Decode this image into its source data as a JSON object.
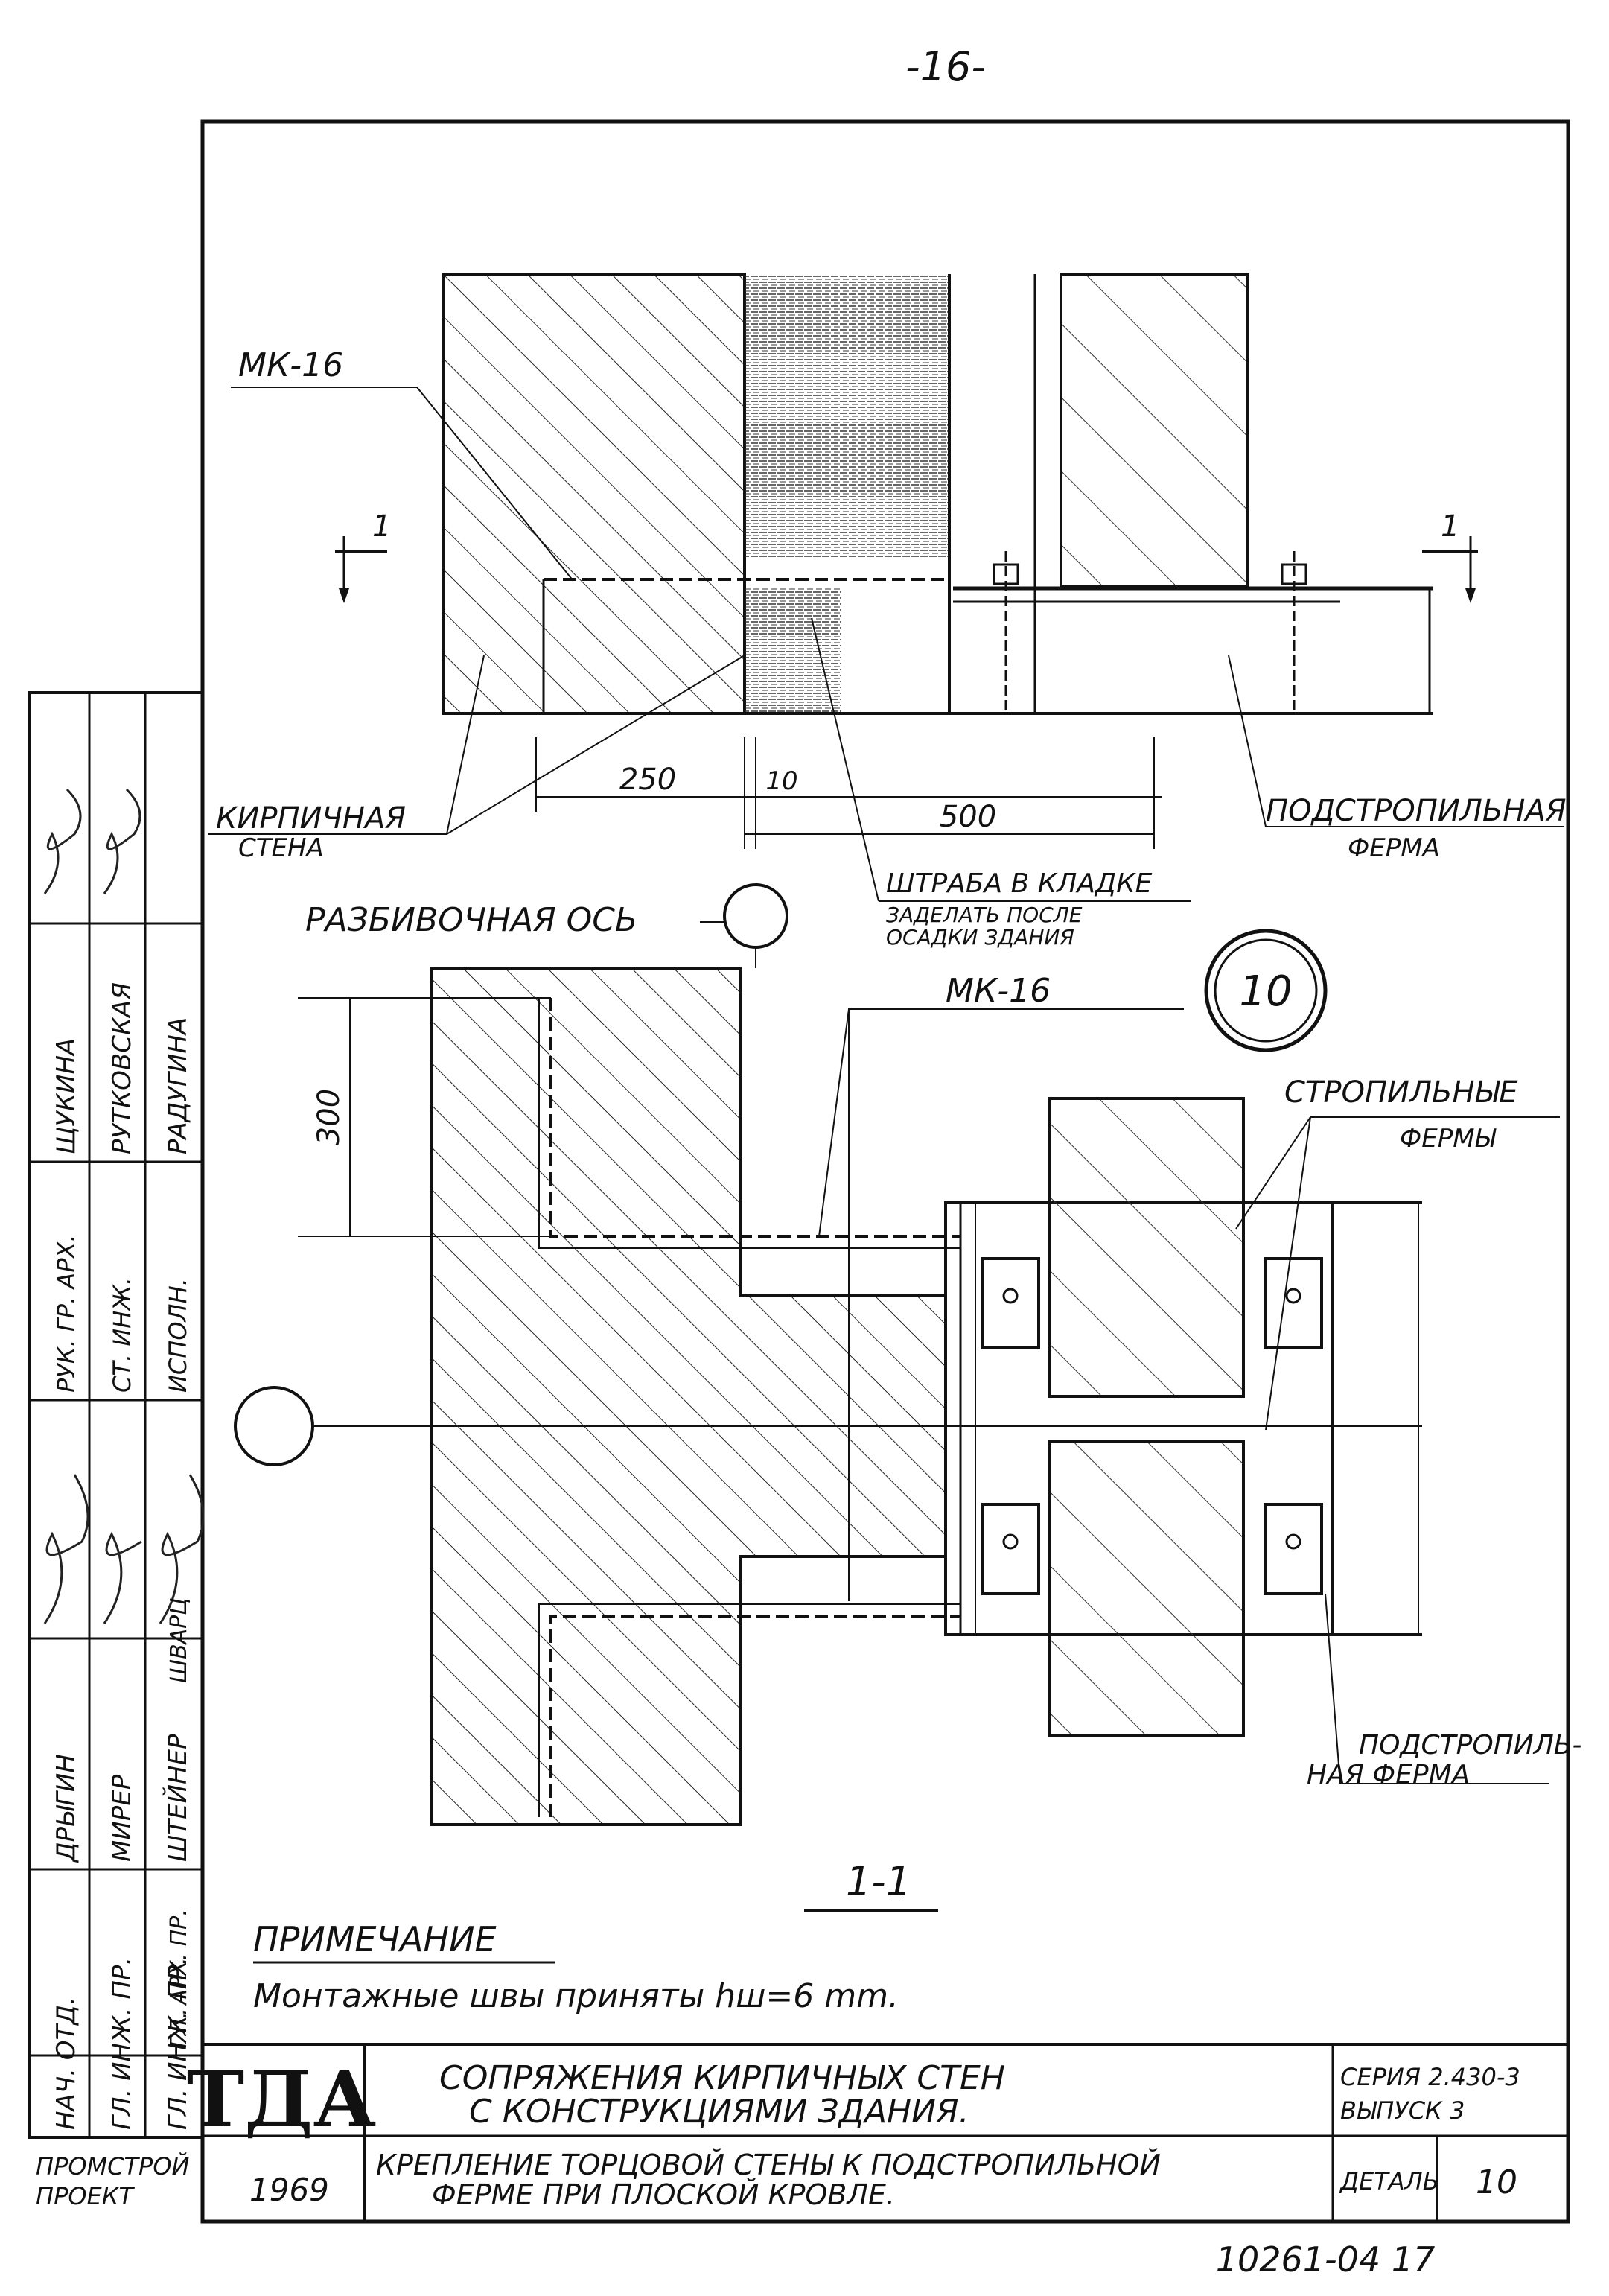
{
  "page_number": "-16-",
  "drawing_number": "10261-04  17",
  "detail_badge": "10",
  "axis_label": "Разбивочная ось",
  "section_label": "1-1",
  "section_marks": {
    "left": "1",
    "right": "1"
  },
  "plan_callouts": {
    "bracket_top": "мк-16",
    "brick_wall": [
      "Кирпичная",
      "стена"
    ],
    "sub_truss_top": [
      "Подстропильная",
      "ферма"
    ],
    "chase": [
      "Штраба в кладке"
    ],
    "chase_note": [
      "Заделать после",
      "осадки здания"
    ]
  },
  "dimensions": {
    "d250": "250",
    "d10": "10",
    "d500": "500",
    "d300": "300"
  },
  "section_callouts": {
    "bracket": "мк-16",
    "roof_trusses": [
      "Стропильные",
      "фермы"
    ],
    "sub_truss": [
      "Подстропиль-",
      "ная ферма"
    ]
  },
  "note": {
    "heading": "Примечание",
    "text": "Монтажные швы приняты hш=6 mm."
  },
  "title_block": {
    "logo": "ТДА",
    "year": "1969",
    "org": [
      "Промстрой",
      "проект"
    ],
    "title_main": [
      "Сопряжения кирпичных стен",
      "с конструкциями здания."
    ],
    "title_sub": [
      "Крепление торцовой стены к подстропильной",
      "ферме при плоской кровле."
    ],
    "series_label": [
      "Серия 2.430-3",
      "выпуск 3"
    ],
    "detail_label": "Деталь",
    "detail_value": "10"
  },
  "signature_stamp": {
    "roles": [
      "Нач. отд.",
      "Гл. инж. пр.",
      "Гл. инж. пр.",
      "Гл. арх. пр.",
      "Рук. гр. арх.",
      "Ст. инж.",
      "Исполн."
    ],
    "names": [
      "Дрыгин",
      "Мирер",
      "Штейнер",
      "Шварц",
      "Щукина",
      "Рутковская",
      "Радугина"
    ]
  }
}
